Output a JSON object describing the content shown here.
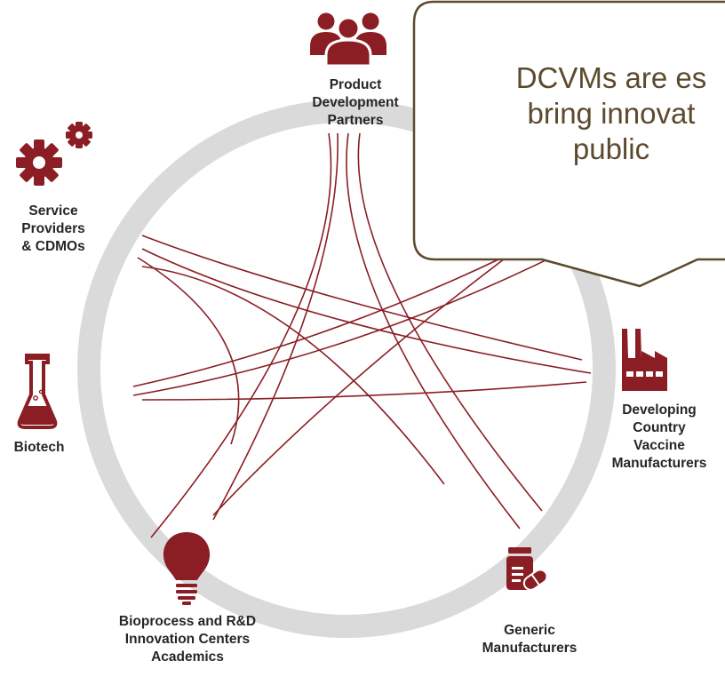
{
  "callout": {
    "lines": [
      "DCVMs are es",
      "bring innovat",
      "public"
    ]
  },
  "nodes": {
    "pdp": {
      "icon": "people-group-icon",
      "lines": [
        "Product",
        "Development",
        "Partners"
      ]
    },
    "service": {
      "icon": "gears-icon",
      "lines": [
        "Service",
        "Providers",
        "& CDMOs"
      ]
    },
    "biotech": {
      "icon": "flask-icon",
      "lines": [
        "Biotech"
      ]
    },
    "bioproc": {
      "icon": "lightbulb-icon",
      "lines": [
        "Bioprocess and R&D",
        "Innovation Centers",
        "Academics"
      ]
    },
    "generic": {
      "icon": "medicine-bottle-pills-icon",
      "lines": [
        "Generic",
        "Manufacturers"
      ]
    },
    "dcvm": {
      "icon": "factory-icon",
      "lines": [
        "Developing",
        "Country",
        "Vaccine",
        "Manufacturers"
      ]
    }
  },
  "colors": {
    "accent": "#8b1e24",
    "ring": "#dadada",
    "callout_border": "#5c4a2e",
    "callout_text": "#5c4a2e"
  }
}
